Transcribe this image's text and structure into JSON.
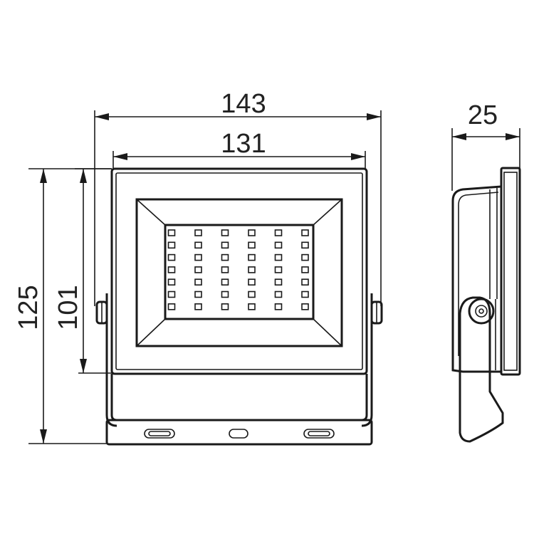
{
  "dimensions": {
    "total_width": "143",
    "lens_width": "131",
    "total_height": "125",
    "lens_height": "101",
    "depth": "25"
  },
  "led_grid": {
    "rows": 7,
    "cols": 6
  },
  "colors": {
    "line": "#1a1a1a",
    "background": "#ffffff"
  }
}
